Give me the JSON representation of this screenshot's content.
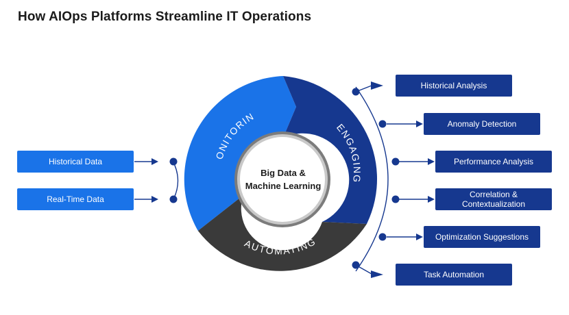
{
  "title": "How AIOps Platforms Streamline IT Operations",
  "center": {
    "label": "Big Data &\nMachine Learning"
  },
  "segments": {
    "monitoring": {
      "label": "MONITORING",
      "color": "#1a73e8"
    },
    "engaging": {
      "label": "ENGAGING",
      "color": "#16388f"
    },
    "automating": {
      "label": "AUTOMATING",
      "color": "#3a3a3a"
    }
  },
  "inputs": [
    "Historical Data",
    "Real-Time Data"
  ],
  "outputs": [
    "Historical Analysis",
    "Anomaly Detection",
    "Performance Analysis",
    "Correlation &\nContextualization",
    "Optimization Suggestions",
    "Task Automation"
  ],
  "colors": {
    "input": "#1a73e8",
    "output": "#16388f",
    "connector": "#16388f"
  }
}
